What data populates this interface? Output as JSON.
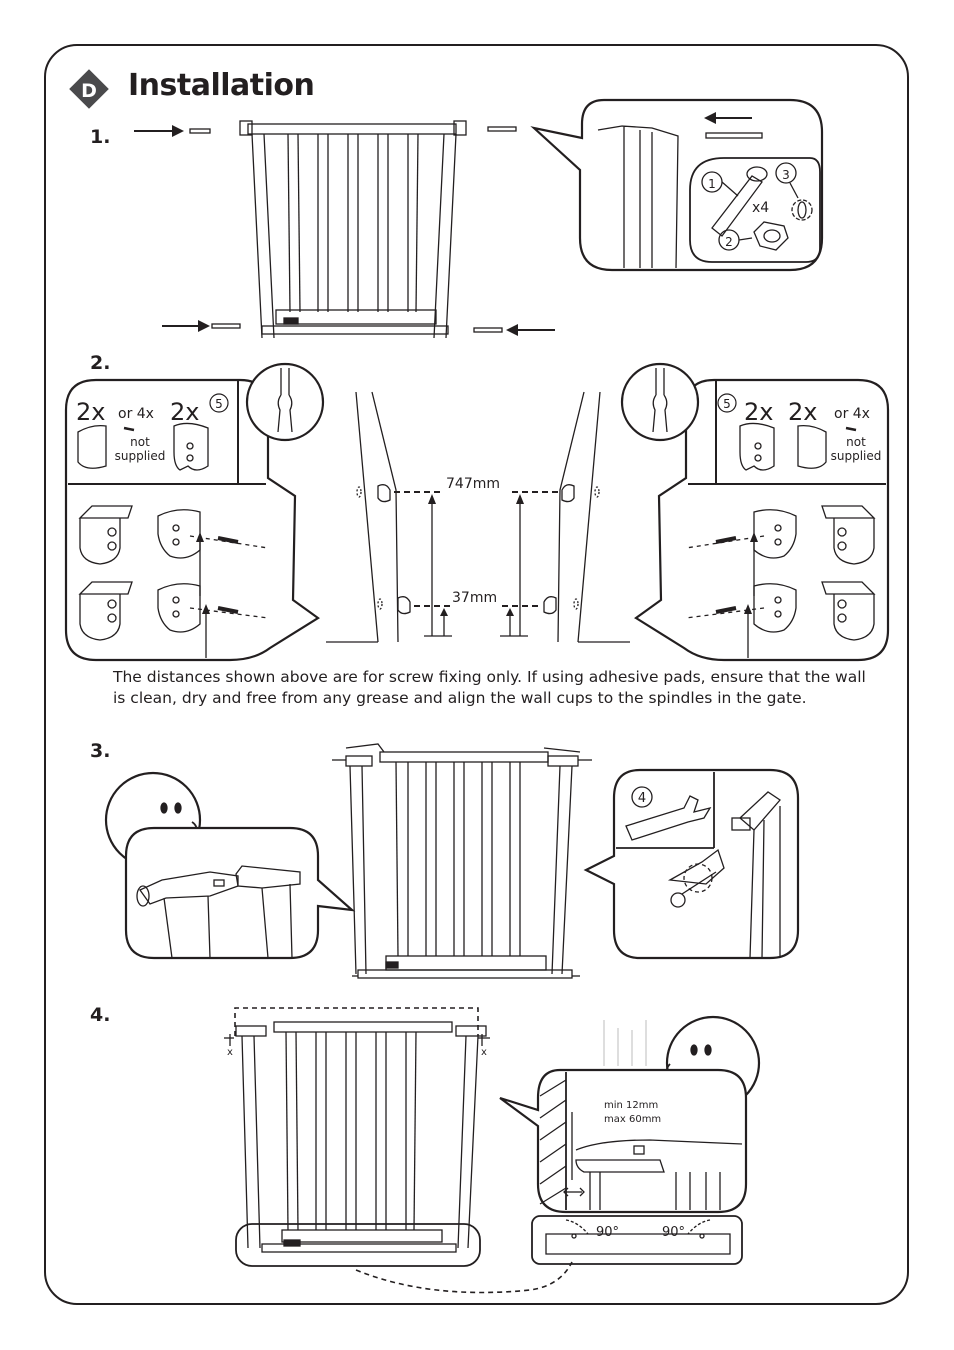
{
  "section": {
    "letter": "D",
    "title": "Installation"
  },
  "steps": [
    {
      "label": "1."
    },
    {
      "label": "2."
    },
    {
      "label": "3."
    },
    {
      "label": "4."
    }
  ],
  "step1": {
    "parts": {
      "p1": "1",
      "p2": "2",
      "p3": "3",
      "qty": "x4"
    }
  },
  "step2": {
    "left_kit": {
      "qty_a": "2x",
      "or": "or 4x",
      "qty_b": "2x",
      "part": "5",
      "not_supplied_1": "not",
      "not_supplied_2": "supplied"
    },
    "right_kit": {
      "qty_a": "2x",
      "or": "or 4x",
      "qty_b": "2x",
      "part": "5",
      "not_supplied_1": "not",
      "not_supplied_2": "supplied"
    },
    "dim_top": "747mm",
    "dim_bottom": "37mm",
    "note": "The distances shown above are for screw fixing only. If using adhesive pads, ensure that the wall is clean, dry and free from any grease and align the wall cups to the spindles in the gate."
  },
  "step3": {
    "tool_part": "4"
  },
  "step4": {
    "gap_left": "x",
    "gap_right": "x",
    "range_min": "min  12mm",
    "range_max": "max 60mm",
    "angle_left": "90°",
    "angle_right": "90°"
  }
}
